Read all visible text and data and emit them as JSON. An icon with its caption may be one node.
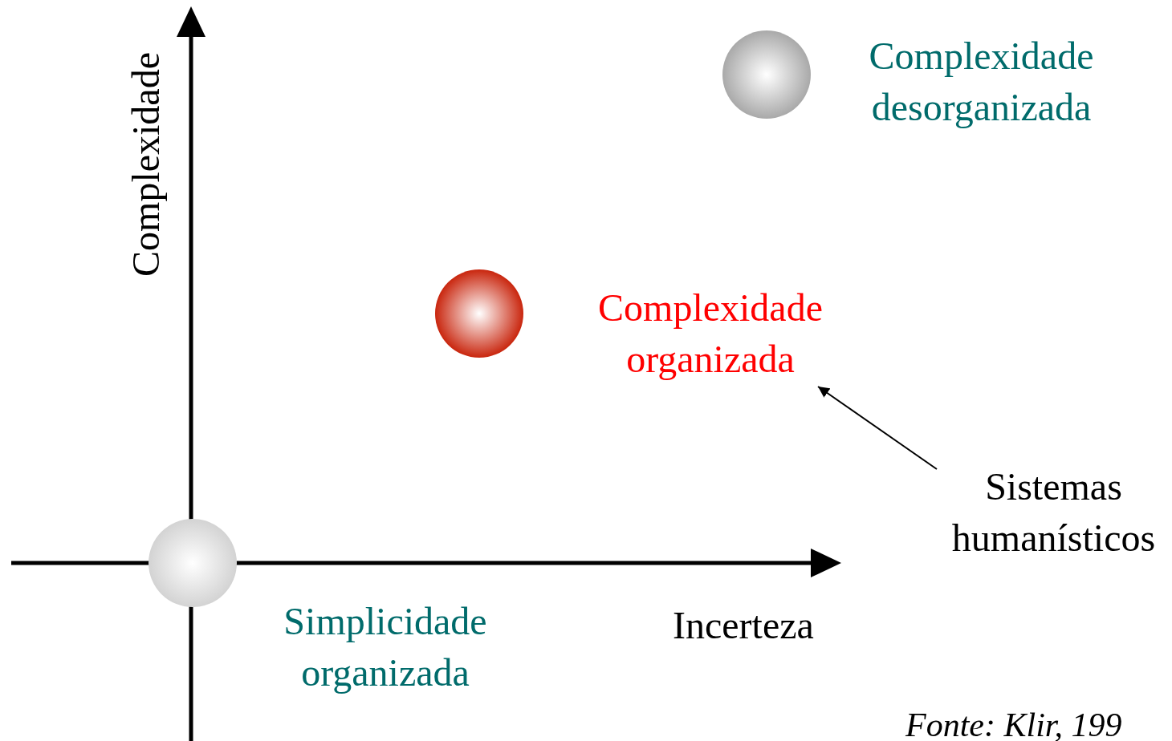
{
  "diagram": {
    "nodes": [
      {
        "text": [],
        "shape": "circle"
      },
      {
        "text": [],
        "shape": "circle"
      },
      {
        "text": [],
        "shape": "circle"
      },
      {
        "text": [
          "Complexidade desorganizada"
        ]
      },
      {
        "text": [
          "Complexidade organizada"
        ]
      },
      {
        "text": [
          "Simplicidade organizada"
        ]
      },
      {
        "text": [
          "Sistemas humanísticos"
        ]
      }
    ],
    "edges": [
      {
        "from": 6,
        "to": 4,
        "arrow": "to"
      }
    ],
    "labels": [
      "Complexidade",
      "Incerteza",
      "Fonte: Klir, 199"
    ]
  }
}
